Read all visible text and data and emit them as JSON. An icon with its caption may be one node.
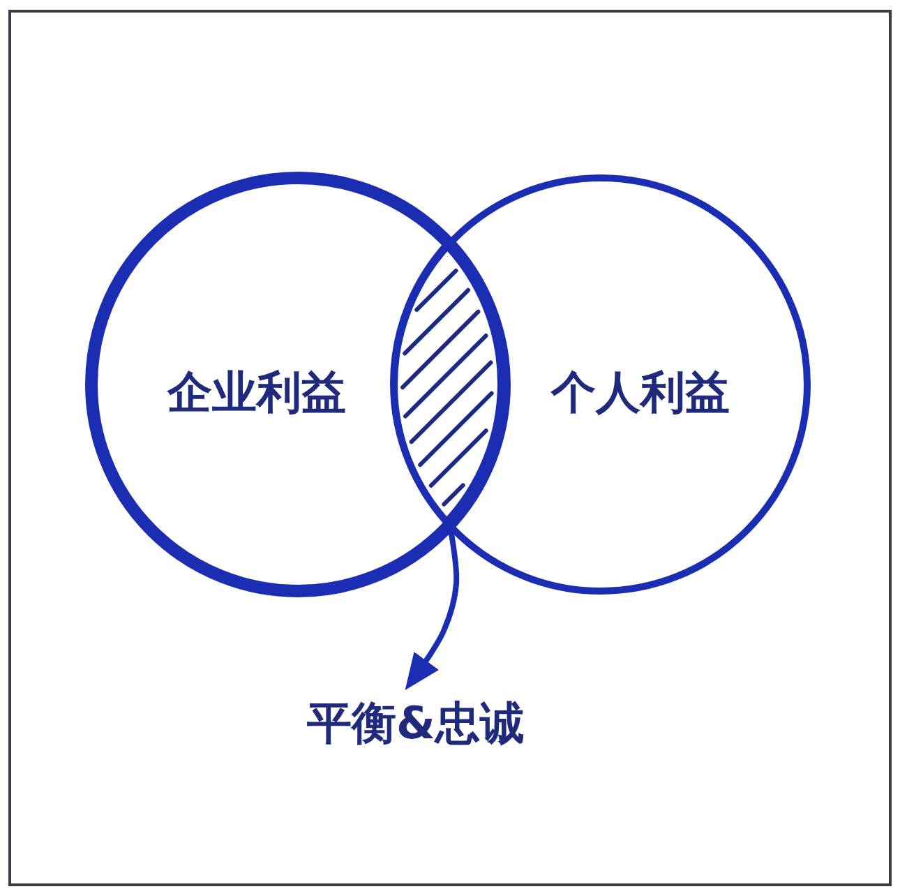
{
  "diagram": {
    "nodes": [
      {
        "text": [
          "企业利益"
        ]
      },
      {
        "text": [],
        "shape": "lens"
      },
      {
        "text": [
          "个人利益"
        ]
      },
      {
        "text": [
          "平衡&忠诚"
        ]
      }
    ],
    "edges": [
      {
        "from": 1,
        "to": 3,
        "arrow": "to"
      }
    ]
  }
}
